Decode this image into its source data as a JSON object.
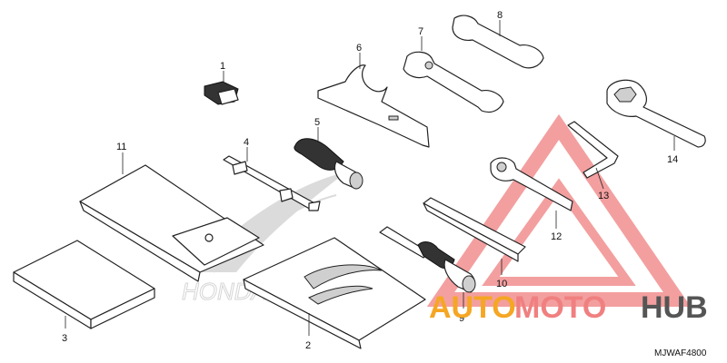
{
  "diagram": {
    "drawing_code": "MJWAF4800",
    "callouts": [
      {
        "id": "1",
        "text": "1"
      },
      {
        "id": "2",
        "text": "2"
      },
      {
        "id": "3",
        "text": "3"
      },
      {
        "id": "4",
        "text": "4"
      },
      {
        "id": "5",
        "text": "5"
      },
      {
        "id": "6",
        "text": "6"
      },
      {
        "id": "7",
        "text": "7"
      },
      {
        "id": "8",
        "text": "8"
      },
      {
        "id": "9",
        "text": "9"
      },
      {
        "id": "10",
        "text": "10"
      },
      {
        "id": "11",
        "text": "11"
      },
      {
        "id": "12",
        "text": "12"
      },
      {
        "id": "13",
        "text": "13"
      },
      {
        "id": "14",
        "text": "14"
      }
    ]
  },
  "watermark": {
    "brand_left": "AUTO",
    "brand_mid": "MOTO",
    "brand_right": "HUB",
    "honda_text": "HONDA",
    "colors": {
      "triangle": "#f08080",
      "auto": "#f5a623",
      "moto": "#f08080",
      "hub": "#555555"
    }
  }
}
